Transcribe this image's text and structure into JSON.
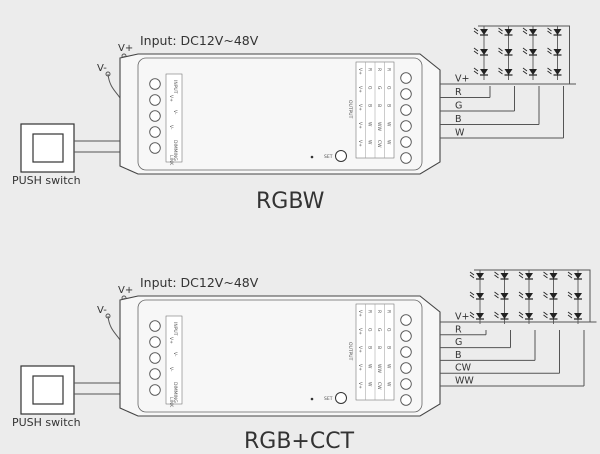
{
  "panels": [
    {
      "id": "rgbw",
      "caption": "RGBW",
      "input_label": "Input: DC12V~48V",
      "vminus": "V-",
      "vplus": "V+",
      "push_switch": "PUSH switch",
      "set_label": "SET",
      "input_block": [
        "INPUT",
        "V+",
        "V-",
        "V-",
        "DIMMING",
        "LINK"
      ],
      "output_header": "OUTPUT",
      "output_cols": [
        [
          "V+",
          "V+",
          "V+",
          "V+",
          "V+"
        ],
        [
          "R",
          "G",
          "B",
          "W",
          "W"
        ],
        [
          "R",
          "G",
          "B",
          "WW",
          "CW"
        ],
        [
          "R",
          "G",
          "B",
          "W",
          "W"
        ]
      ],
      "outputs": [
        "V+",
        "R",
        "G",
        "B",
        "W"
      ],
      "led_columns": 4,
      "led_rows": 3
    },
    {
      "id": "rgbcct",
      "caption": "RGB+CCT",
      "input_label": "Input: DC12V~48V",
      "vminus": "V-",
      "vplus": "V+",
      "push_switch": "PUSH switch",
      "set_label": "SET",
      "input_block": [
        "INPUT",
        "V+",
        "V-",
        "V-",
        "DIMMING",
        "LINK"
      ],
      "output_header": "OUTPUT",
      "output_cols": [
        [
          "V+",
          "V+",
          "V+",
          "V+",
          "V+"
        ],
        [
          "R",
          "G",
          "B",
          "W",
          "W"
        ],
        [
          "R",
          "G",
          "B",
          "WW",
          "CW"
        ],
        [
          "R",
          "G",
          "B",
          "W",
          "W"
        ]
      ],
      "outputs": [
        "V+",
        "R",
        "G",
        "B",
        "CW",
        "WW"
      ],
      "led_columns": 5,
      "led_rows": 3
    }
  ]
}
